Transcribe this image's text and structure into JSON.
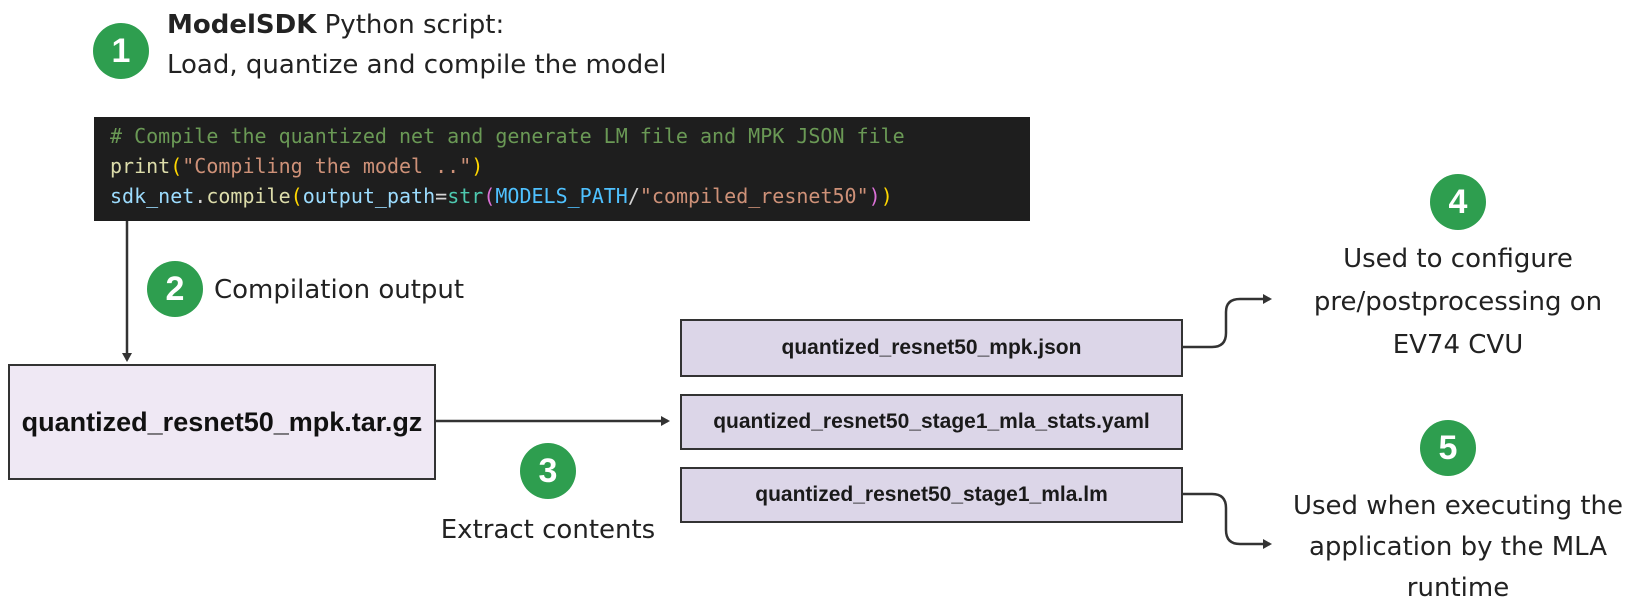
{
  "steps": {
    "s1": {
      "num": "1",
      "title_bold": "ModelSDK",
      "title_rest": " Python script:",
      "subtitle": "Load, quantize and compile the model"
    },
    "s2": {
      "num": "2",
      "label": "Compilation output"
    },
    "s3": {
      "num": "3",
      "label": "Extract contents"
    },
    "s4": {
      "num": "4",
      "line1": "Used to configure",
      "line2": "pre/postprocessing on",
      "line3": "EV74 CVU"
    },
    "s5": {
      "num": "5",
      "line1": "Used when executing the",
      "line2": "application by the MLA",
      "line3": "runtime"
    }
  },
  "code": {
    "line1": "# Compile the quantized net and generate LM file and MPK JSON file",
    "line2_fn": "print",
    "line2_str": "\"Compiling the model ..\"",
    "line3_obj": "sdk_net",
    "line3_method": "compile",
    "line3_param": "output_path",
    "line3_builtin": "str",
    "line3_const": "MODELS_PATH",
    "line3_str": "\"compiled_resnet50\""
  },
  "files": {
    "archive": "quantized_resnet50_mpk.tar.gz",
    "json": "quantized_resnet50_mpk.json",
    "yaml": "quantized_resnet50_stage1_mla_stats.yaml",
    "lm": "quantized_resnet50_stage1_mla.lm"
  },
  "colors": {
    "badge": "#2e9e4f",
    "file_fill": "#dcd6e8",
    "archive_fill": "#efe8f4",
    "code_bg": "#1e1e1e"
  }
}
